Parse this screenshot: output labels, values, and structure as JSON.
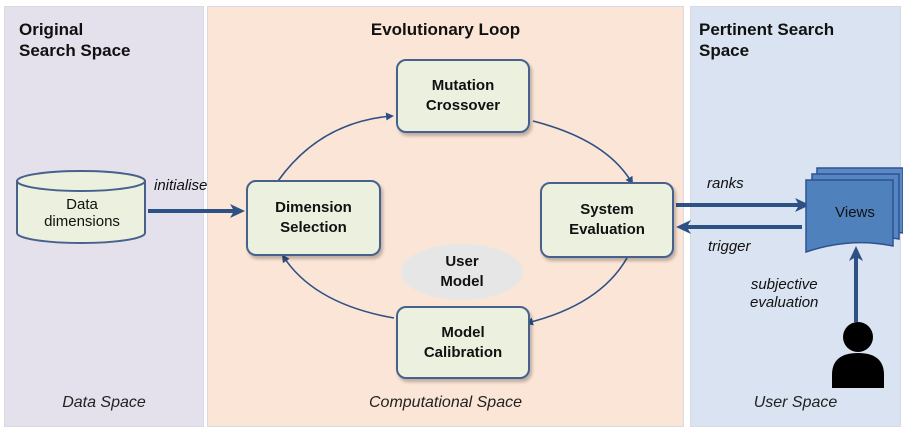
{
  "panels": {
    "left": {
      "title": "Original\nSearch Space",
      "footer": "Data Space",
      "bg": "#e4e0ec"
    },
    "middle": {
      "title": "Evolutionary Loop",
      "footer": "Computational Space",
      "bg": "#fbe5d6"
    },
    "right": {
      "title": "Pertinent Search\nSpace",
      "footer": "User Space",
      "bg": "#dae3f1"
    }
  },
  "nodes": {
    "data_dimensions": "Data\ndimensions",
    "mutation_crossover": "Mutation\nCrossover",
    "dimension_selection": "Dimension\nSelection",
    "system_evaluation": "System\nEvaluation",
    "model_calibration": "Model\nCalibration",
    "user_model": "User\nModel",
    "views": "Views"
  },
  "edge_labels": {
    "initialise": "initialise",
    "ranks": "ranks",
    "trigger": "trigger",
    "subjective_evaluation": "subjective\nevaluation"
  },
  "colors": {
    "box_fill": "#ebf0df",
    "box_border": "#46628c",
    "arrow": "#2e5185",
    "views_fill": "#4f81bd"
  },
  "icons": {
    "user": "person-icon",
    "database": "database-icon",
    "documents": "document-stack-icon"
  }
}
